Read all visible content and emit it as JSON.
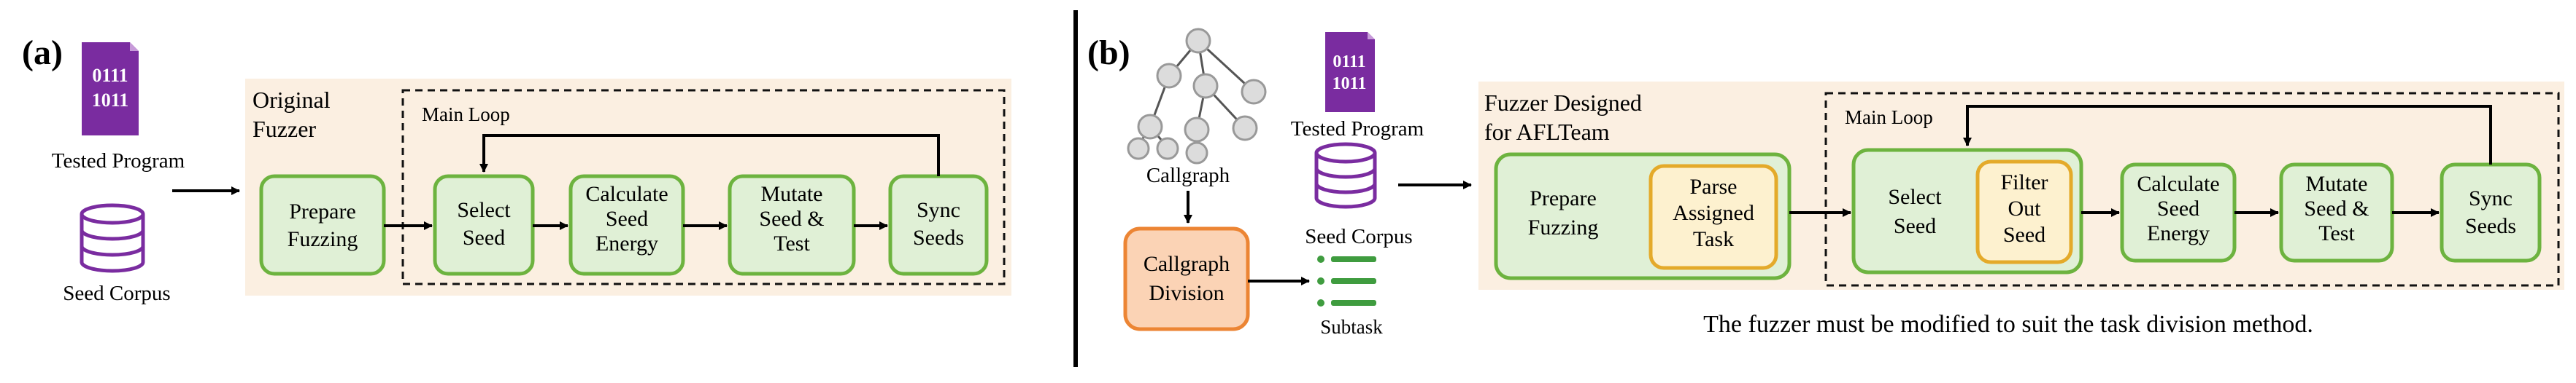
{
  "panel_a": {
    "label": "(a)",
    "file_icon_text": [
      "0111",
      "1011"
    ],
    "tested_program": "Tested Program",
    "seed_corpus": "Seed Corpus",
    "container_title": [
      "Original",
      "Fuzzer"
    ],
    "main_loop": "Main Loop",
    "boxes": {
      "prepare": [
        "Prepare",
        "Fuzzing"
      ],
      "select": [
        "Select",
        "Seed"
      ],
      "calculate": [
        "Calculate",
        "Seed",
        "Energy"
      ],
      "mutate": [
        "Mutate",
        "Seed &",
        "Test"
      ],
      "sync": [
        "Sync",
        "Seeds"
      ]
    }
  },
  "panel_b": {
    "label": "(b)",
    "callgraph": "Callgraph",
    "callgraph_division": [
      "Callgraph",
      "Division"
    ],
    "subtask": "Subtask",
    "file_icon_text": [
      "0111",
      "1011"
    ],
    "tested_program": "Tested Program",
    "seed_corpus": "Seed Corpus",
    "container_title": [
      "Fuzzer Designed",
      "for AFLTeam"
    ],
    "main_loop": "Main Loop",
    "boxes": {
      "prepare": [
        "Prepare",
        "Fuzzing"
      ],
      "parse": [
        "Parse",
        "Assigned",
        "Task"
      ],
      "select": [
        "Select",
        "Seed"
      ],
      "filter": [
        "Filter",
        "Out",
        "Seed"
      ],
      "calculate": [
        "Calculate",
        "Seed",
        "Energy"
      ],
      "mutate": [
        "Mutate",
        "Seed &",
        "Test"
      ],
      "sync": [
        "Sync",
        "Seeds"
      ]
    },
    "caption": "The fuzzer must be modified to suit the task division method."
  },
  "colors": {
    "container_bg": "#fbefe1",
    "box_fill": "#e0f0d6",
    "box_stroke": "#6db33f",
    "inner_fill": "#fdf1cf",
    "inner_stroke": "#e4aa2a",
    "division_fill": "#fbd3b5",
    "division_stroke": "#ec8534",
    "purple": "#7a2ca0",
    "gray_node": "#dcdcdc",
    "green_list": "#3f9c3f"
  }
}
